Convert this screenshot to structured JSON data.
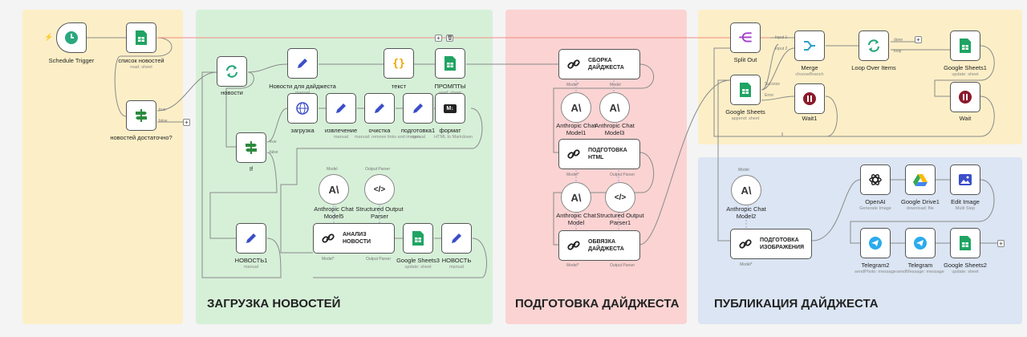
{
  "zones": [
    {
      "id": "z-start",
      "title": "",
      "color": "#fcefc7"
    },
    {
      "id": "z-load",
      "title": "ЗАГРУЗКА НОВОСТЕЙ",
      "color": "#d6f0d8"
    },
    {
      "id": "z-digest",
      "title": "ПОДГОТОВКА ДАЙДЖЕСТА",
      "color": "#fbd3d3"
    },
    {
      "id": "z-loop",
      "title": "",
      "color": "#fcefc7"
    },
    {
      "id": "z-pub",
      "title": "ПУБЛИКАЦИЯ ДАЙДЖЕСТА",
      "color": "#dbe5f3"
    }
  ],
  "nodes": {
    "schedule_trigger": {
      "label": "Schedule Trigger",
      "sub": "",
      "icon": "clock-icon"
    },
    "news_list": {
      "label": "список новостей",
      "sub": "read: sheet",
      "icon": "google-sheets-icon"
    },
    "enough_news": {
      "label": "новостей достаточно?",
      "sub": "",
      "icon": "if-icon",
      "ports": {
        "true": "true",
        "false": "false"
      }
    },
    "news": {
      "label": "новости",
      "sub": "",
      "icon": "loop-icon"
    },
    "news_for_digest": {
      "label": "Новости для дайджеста",
      "sub": "manual",
      "icon": "pencil-icon"
    },
    "text": {
      "label": "текст",
      "sub": "",
      "icon": "code-icon"
    },
    "prompts": {
      "label": "ПРОМПТЫ",
      "sub": "read: sheet",
      "icon": "google-sheets-icon"
    },
    "load": {
      "label": "загрузка",
      "sub": "",
      "icon": "globe-icon"
    },
    "extract": {
      "label": "извлечение",
      "sub": "manual",
      "icon": "pencil-icon"
    },
    "clean": {
      "label": "очистка",
      "sub": "manual: remove links and images",
      "icon": "pencil-icon"
    },
    "prep1": {
      "label": "подготовка1",
      "sub": "manual",
      "icon": "pencil-icon"
    },
    "format": {
      "label": "формат",
      "sub": "HTML to Markdown",
      "icon": "markdown-icon"
    },
    "if": {
      "label": "If",
      "sub": "",
      "icon": "if-icon",
      "ports": {
        "true": "true",
        "false": "false"
      }
    },
    "anthropic_model5": {
      "label": "Anthropic Chat Model5",
      "sub": "",
      "icon": "anthropic-icon",
      "port": "Model"
    },
    "structured_parser": {
      "label": "Structured Output Parser",
      "sub": "",
      "icon": "code-brackets-icon",
      "port": "Output Parser"
    },
    "news_analysis": {
      "label": "АНАЛИЗ НОВОСТИ",
      "sub": "",
      "icon": "link-icon",
      "ports": {
        "model": "Model*",
        "parser": "Output Parser"
      }
    },
    "news1": {
      "label": "НОВОСТЬ1",
      "sub": "manual",
      "icon": "pencil-icon"
    },
    "google_sheets3": {
      "label": "Google Sheets3",
      "sub": "update: sheet",
      "icon": "google-sheets-icon"
    },
    "news_single": {
      "label": "НОВОСТЬ",
      "sub": "manual",
      "icon": "pencil-icon"
    },
    "digest_build": {
      "label": "СБОРКА ДАЙДЖЕСТА",
      "sub": "",
      "icon": "link-icon",
      "ports": {
        "model": "Model*",
        "model2": "Model"
      }
    },
    "anthropic_model1": {
      "label": "Anthropic Chat Model1",
      "sub": "",
      "icon": "anthropic-icon"
    },
    "anthropic_model3": {
      "label": "Anthropic Chat Model3",
      "sub": "",
      "icon": "anthropic-icon"
    },
    "prep_html": {
      "label": "ПОДГОТОВКА HTML",
      "sub": "",
      "icon": "link-icon",
      "ports": {
        "model": "Model*",
        "parser": "Output Parser"
      }
    },
    "anthropic_model": {
      "label": "Anthropic Chat Model",
      "sub": "",
      "icon": "anthropic-icon"
    },
    "structured_parser1": {
      "label": "Structured Output Parser1",
      "sub": "",
      "icon": "code-brackets-icon"
    },
    "digest_wrap": {
      "label": "ОБВЯЗКА ДАЙДЖЕСТА",
      "sub": "",
      "icon": "link-icon",
      "ports": {
        "model": "Model*",
        "parser": "Output Parser"
      }
    },
    "split_out": {
      "label": "Split Out",
      "sub": "",
      "icon": "split-icon"
    },
    "merge": {
      "label": "Merge",
      "sub": "chooseBranch",
      "icon": "merge-icon",
      "ports": {
        "in1": "Input 1",
        "in2": "Input 2"
      }
    },
    "loop_over": {
      "label": "Loop Over Items",
      "sub": "",
      "icon": "loop-icon",
      "ports": {
        "done": "done",
        "loop": "loop"
      }
    },
    "google_sheets1": {
      "label": "Google Sheets1",
      "sub": "update: sheet",
      "icon": "google-sheets-icon"
    },
    "google_sheets": {
      "label": "Google Sheets",
      "sub": "append: sheet",
      "icon": "google-sheets-icon",
      "ports": {
        "success": "Success",
        "error": "Error"
      }
    },
    "wait1": {
      "label": "Wait1",
      "sub": "",
      "icon": "pause-icon"
    },
    "wait": {
      "label": "Wait",
      "sub": "",
      "icon": "pause-icon"
    },
    "anthropic_model2": {
      "label": "Anthropic Chat Model2",
      "sub": "",
      "icon": "anthropic-icon",
      "port": "Model"
    },
    "prep_image": {
      "label": "ПОДГОТОВКА ИЗОБРАЖЕНИЯ",
      "sub": "",
      "icon": "link-icon",
      "port": "Model*"
    },
    "openai": {
      "label": "OpenAI",
      "sub": "Generate Image",
      "icon": "openai-icon"
    },
    "gdrive1": {
      "label": "Google Drive1",
      "sub": "download: file",
      "icon": "google-drive-icon"
    },
    "edit_image": {
      "label": "Edit Image",
      "sub": "Multi Step",
      "icon": "image-icon"
    },
    "telegram2": {
      "label": "Telegram2",
      "sub": "sendPhoto: message",
      "icon": "telegram-icon"
    },
    "telegram": {
      "label": "Telegram",
      "sub": "sendMessage: message",
      "icon": "telegram-icon"
    },
    "google_sheets2": {
      "label": "Google Sheets2",
      "sub": "update: sheet",
      "icon": "google-sheets-icon"
    }
  },
  "toolbar": {
    "add": "+",
    "delete": "🗑"
  }
}
